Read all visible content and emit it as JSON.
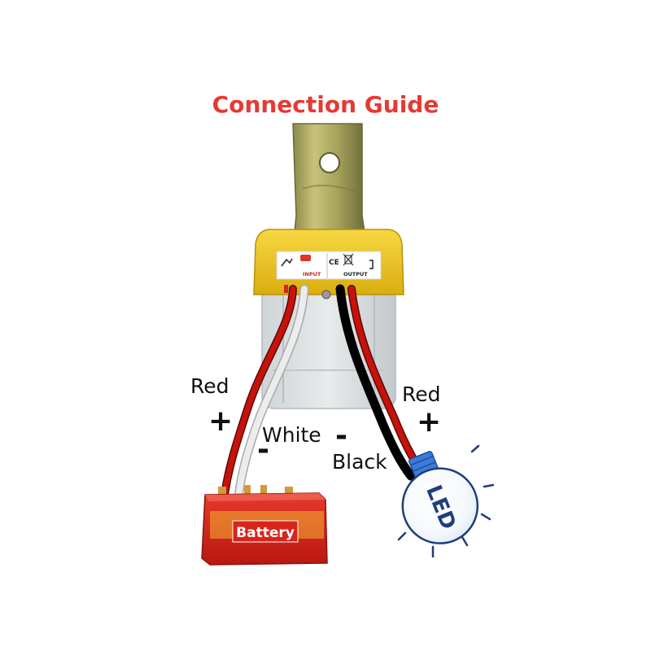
{
  "title": "Connection Guide",
  "device": {
    "input_label": "INPUT",
    "output_label": "OUTPUT",
    "ce_mark": "CE"
  },
  "wires": {
    "left_red": {
      "name": "Red",
      "polarity": "+"
    },
    "white": {
      "name": "White",
      "polarity": "-"
    },
    "black": {
      "name": "Black",
      "polarity": "-"
    },
    "right_red": {
      "name": "Red",
      "polarity": "+"
    }
  },
  "battery": {
    "label": "Battery"
  },
  "bulb": {
    "label": "LED"
  },
  "colors": {
    "title": "#e53935",
    "housing_yellow": "#f2c81c",
    "battery_red": "#d8241c",
    "wire_red": "#c7120c",
    "wire_black": "#141414",
    "wire_white": "#e6e6e6",
    "bulb_blue": "#3b7bd8"
  }
}
